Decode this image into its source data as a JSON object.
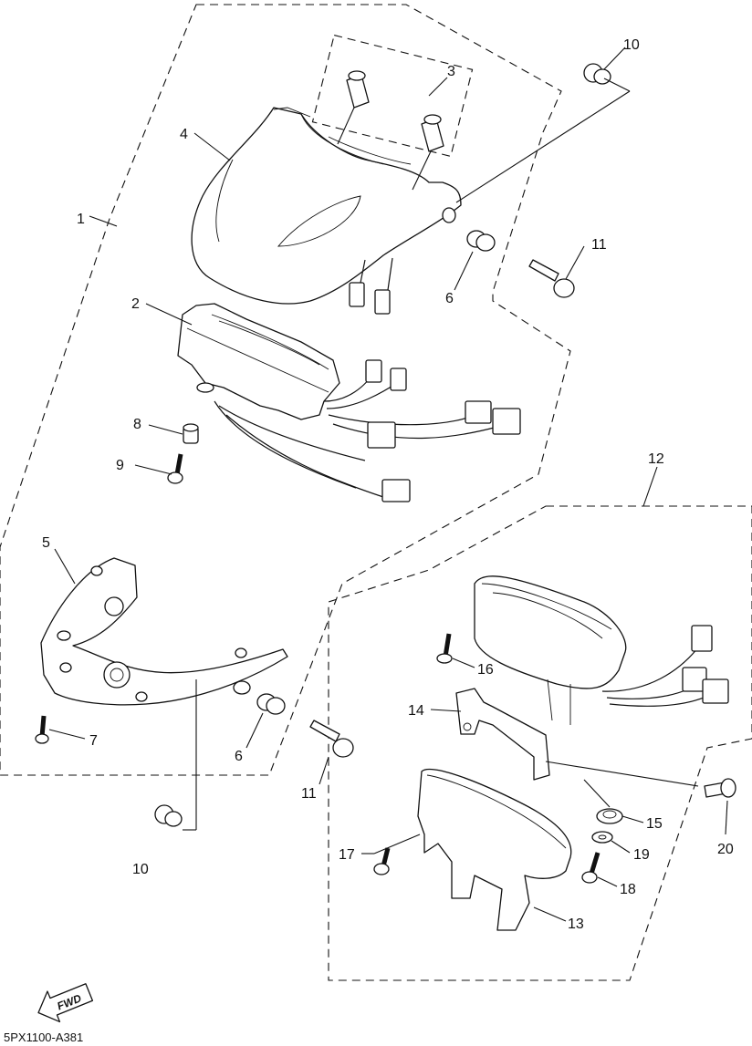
{
  "diagram_code": "5PX1100-A381",
  "fwd_label": "FWD",
  "callouts": {
    "c1": "1",
    "c2": "2",
    "c3": "3",
    "c4": "4",
    "c5": "5",
    "c6a": "6",
    "c6b": "6",
    "c7": "7",
    "c8": "8",
    "c9": "9",
    "c10a": "10",
    "c10b": "10",
    "c11a": "11",
    "c11b": "11",
    "c12": "12",
    "c13": "13",
    "c14": "14",
    "c15": "15",
    "c16": "16",
    "c17": "17",
    "c18": "18",
    "c19": "19",
    "c20": "20"
  }
}
